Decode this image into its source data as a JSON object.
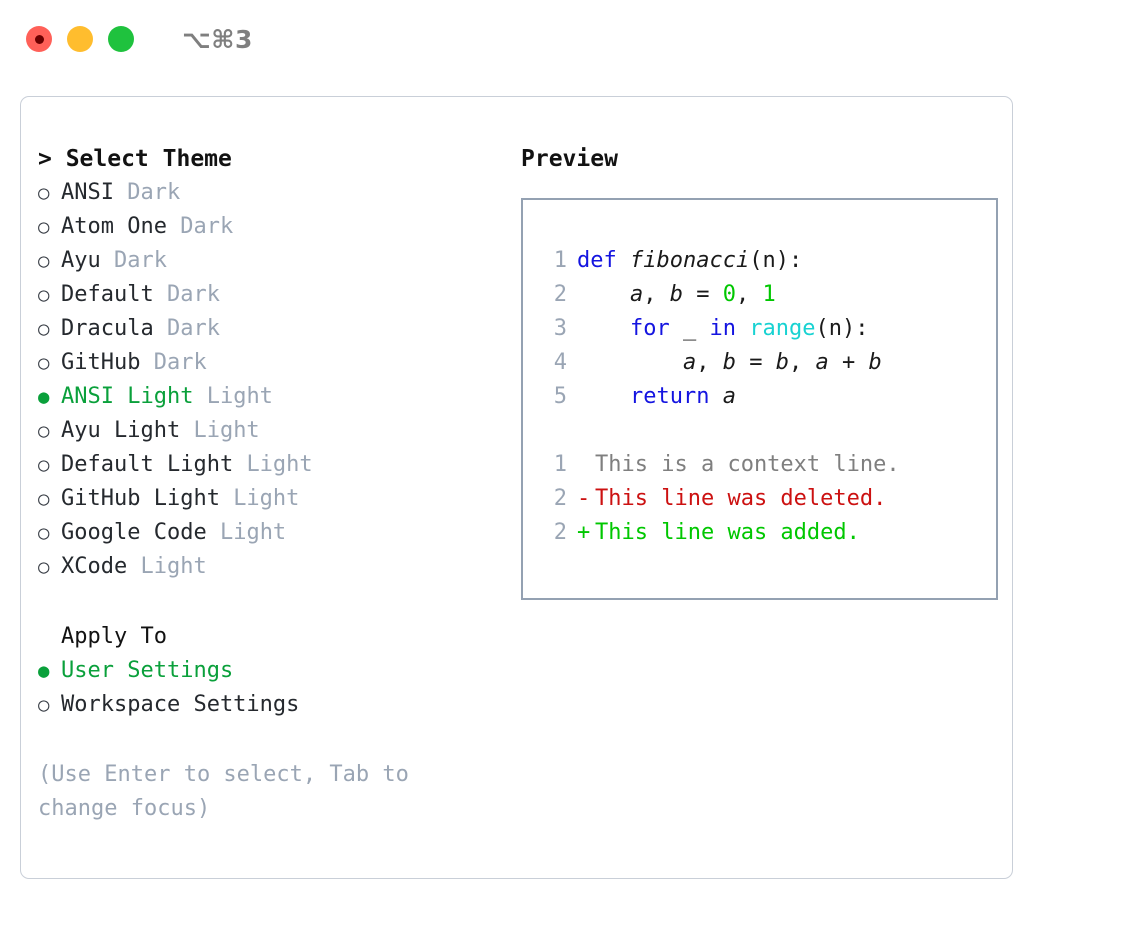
{
  "window": {
    "shortcut_label": "⌥⌘3",
    "traffic_lights": [
      {
        "name": "close",
        "color": "#ff6058"
      },
      {
        "name": "minimize",
        "color": "#ffbd2e"
      },
      {
        "name": "maximize",
        "color": "#1fc23e"
      }
    ]
  },
  "colors": {
    "accent_green": "#0aa03b",
    "muted_gray": "#9aa5b4",
    "keyword_blue": "#1414e0",
    "function_cyan": "#18d2d2",
    "number_green": "#00c700",
    "diff_added": "#00c700",
    "diff_deleted": "#cc1111",
    "panel_border": "#c9cfd8",
    "code_border": "#94a1b2"
  },
  "theme_picker": {
    "prompt": "> Select Theme",
    "selected_bullet": "●",
    "unselected_bullet": "○",
    "items": [
      {
        "name": "ANSI",
        "variant": "Dark",
        "selected": false
      },
      {
        "name": "Atom One",
        "variant": "Dark",
        "selected": false
      },
      {
        "name": "Ayu",
        "variant": "Dark",
        "selected": false
      },
      {
        "name": "Default",
        "variant": "Dark",
        "selected": false
      },
      {
        "name": "Dracula",
        "variant": "Dark",
        "selected": false
      },
      {
        "name": "GitHub",
        "variant": "Dark",
        "selected": false
      },
      {
        "name": "ANSI Light",
        "variant": "Light",
        "selected": true
      },
      {
        "name": "Ayu Light",
        "variant": "Light",
        "selected": false
      },
      {
        "name": "Default Light",
        "variant": "Light",
        "selected": false
      },
      {
        "name": "GitHub Light",
        "variant": "Light",
        "selected": false
      },
      {
        "name": "Google Code",
        "variant": "Light",
        "selected": false
      },
      {
        "name": "XCode",
        "variant": "Light",
        "selected": false
      }
    ]
  },
  "apply_to": {
    "heading": "Apply To",
    "options": [
      {
        "label": "User Settings",
        "selected": true
      },
      {
        "label": "Workspace Settings",
        "selected": false
      }
    ]
  },
  "hint": "(Use Enter to select, Tab to change focus)",
  "preview": {
    "title": "Preview",
    "code_lines": [
      {
        "number": "1",
        "tokens": [
          {
            "text": "def",
            "type": "kw"
          },
          {
            "text": " ",
            "type": "plain"
          },
          {
            "text": "fibonacci",
            "type": "ident"
          },
          {
            "text": "(n):",
            "type": "plain"
          }
        ]
      },
      {
        "number": "2",
        "tokens": [
          {
            "text": "    ",
            "type": "plain"
          },
          {
            "text": "a",
            "type": "ident"
          },
          {
            "text": ", ",
            "type": "plain"
          },
          {
            "text": "b",
            "type": "ident"
          },
          {
            "text": " = ",
            "type": "plain"
          },
          {
            "text": "0",
            "type": "num"
          },
          {
            "text": ", ",
            "type": "plain"
          },
          {
            "text": "1",
            "type": "num"
          }
        ]
      },
      {
        "number": "3",
        "tokens": [
          {
            "text": "    ",
            "type": "plain"
          },
          {
            "text": "for",
            "type": "kw"
          },
          {
            "text": " _ ",
            "type": "plain"
          },
          {
            "text": "in",
            "type": "kw"
          },
          {
            "text": " ",
            "type": "plain"
          },
          {
            "text": "range",
            "type": "fn"
          },
          {
            "text": "(n):",
            "type": "plain"
          }
        ]
      },
      {
        "number": "4",
        "tokens": [
          {
            "text": "        ",
            "type": "plain"
          },
          {
            "text": "a",
            "type": "ident"
          },
          {
            "text": ", ",
            "type": "plain"
          },
          {
            "text": "b",
            "type": "ident"
          },
          {
            "text": " = ",
            "type": "plain"
          },
          {
            "text": "b",
            "type": "ident"
          },
          {
            "text": ", ",
            "type": "plain"
          },
          {
            "text": "a",
            "type": "ident"
          },
          {
            "text": " + ",
            "type": "plain"
          },
          {
            "text": "b",
            "type": "ident"
          }
        ]
      },
      {
        "number": "5",
        "tokens": [
          {
            "text": "    ",
            "type": "plain"
          },
          {
            "text": "return",
            "type": "kw"
          },
          {
            "text": " ",
            "type": "plain"
          },
          {
            "text": "a",
            "type": "ident"
          }
        ]
      }
    ],
    "diff_lines": [
      {
        "number": "1",
        "marker": " ",
        "text": "This is a context line.",
        "kind": "context"
      },
      {
        "number": "2",
        "marker": "-",
        "text": "This line was deleted.",
        "kind": "deleted"
      },
      {
        "number": "2",
        "marker": "+",
        "text": "This line was added.",
        "kind": "added"
      }
    ]
  }
}
